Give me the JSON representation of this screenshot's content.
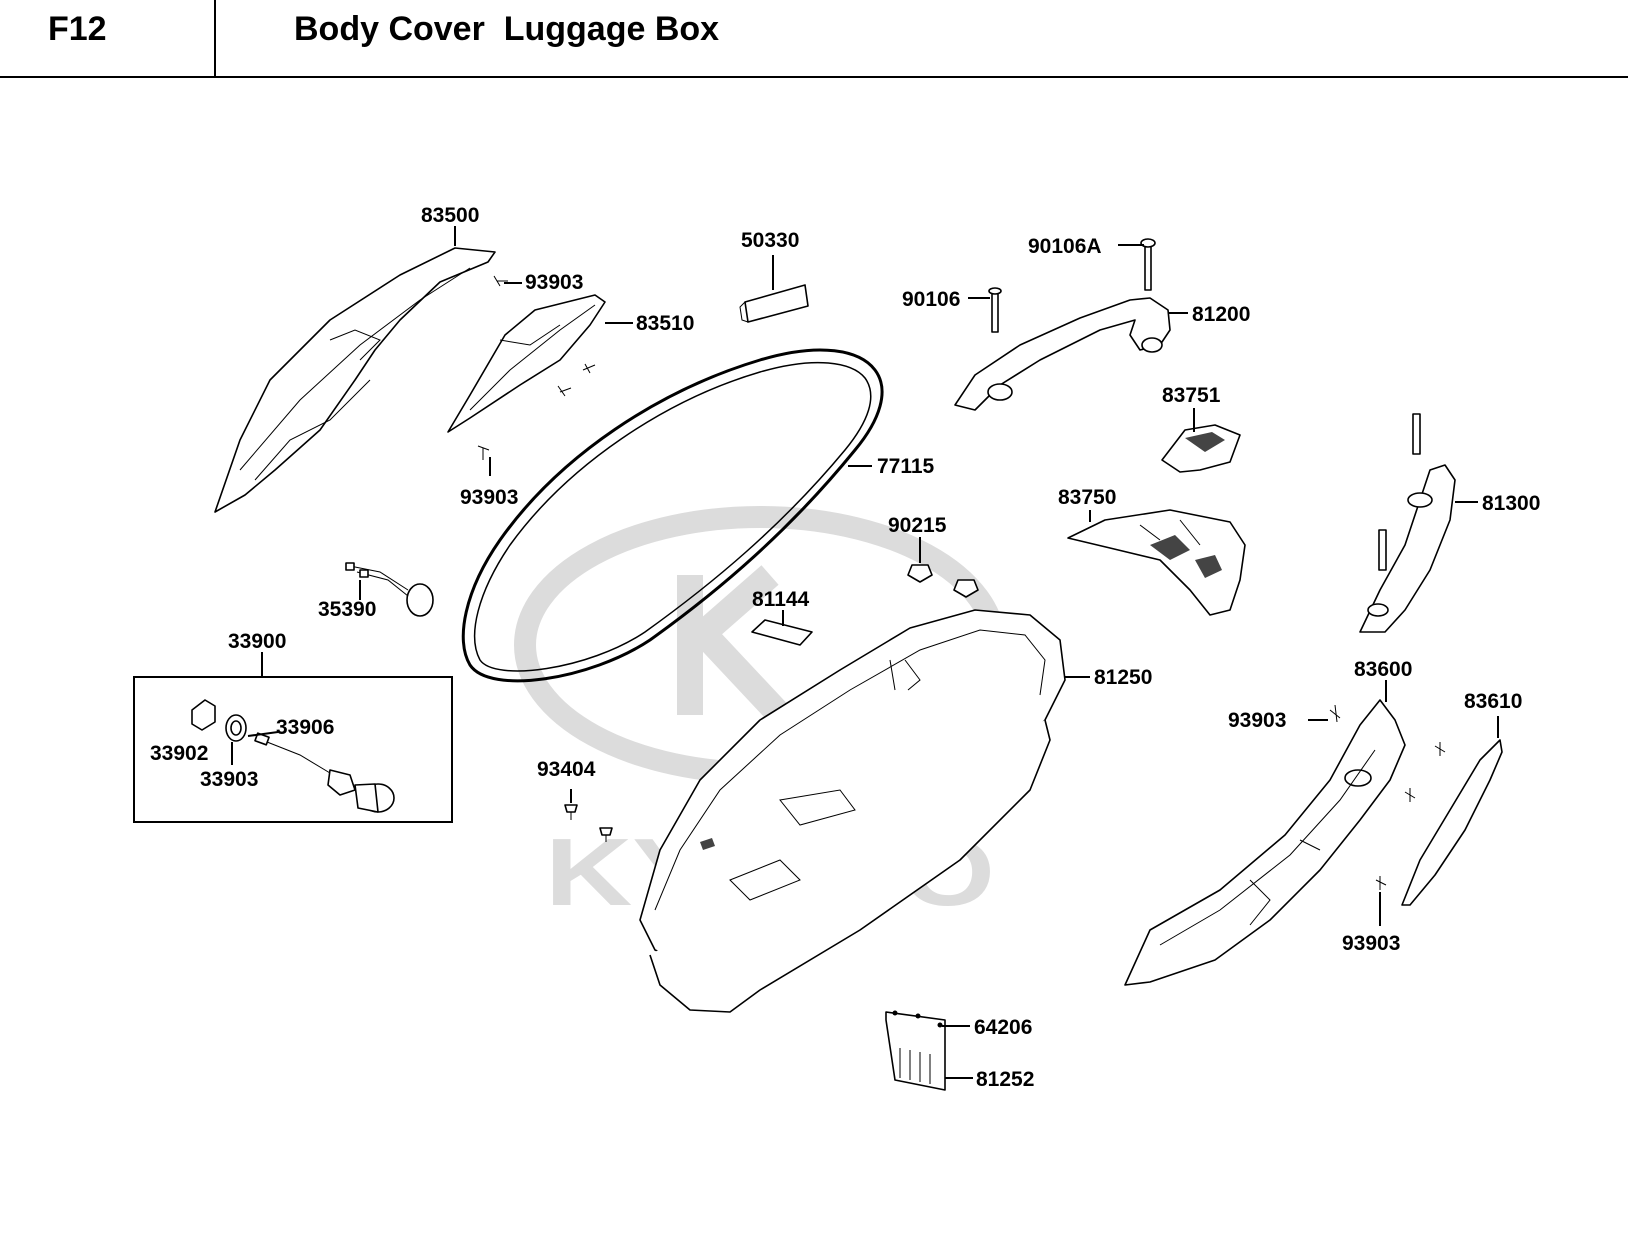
{
  "header": {
    "code": "F12",
    "title": "Body Cover  Luggage Box"
  },
  "watermark": {
    "text": "KYMCO",
    "color": "#dcdcdc"
  },
  "part_labels": {
    "p83500": "83500",
    "p93903_a": "93903",
    "p83510": "83510",
    "p93903_b": "93903",
    "p50330": "50330",
    "p77115": "77115",
    "p90106A": "90106A",
    "p90106": "90106",
    "p81200": "81200",
    "p83751": "83751",
    "p83750": "83750",
    "p81300": "81300",
    "p90215": "90215",
    "p81144": "81144",
    "p81250": "81250",
    "p35390": "35390",
    "p33900": "33900",
    "p33906": "33906",
    "p33902": "33902",
    "p33903": "33903",
    "p93404": "93404",
    "p83600": "83600",
    "p93903_c": "93903",
    "p83610": "83610",
    "p93903_d": "93903",
    "p64206": "64206",
    "p81252": "81252"
  }
}
